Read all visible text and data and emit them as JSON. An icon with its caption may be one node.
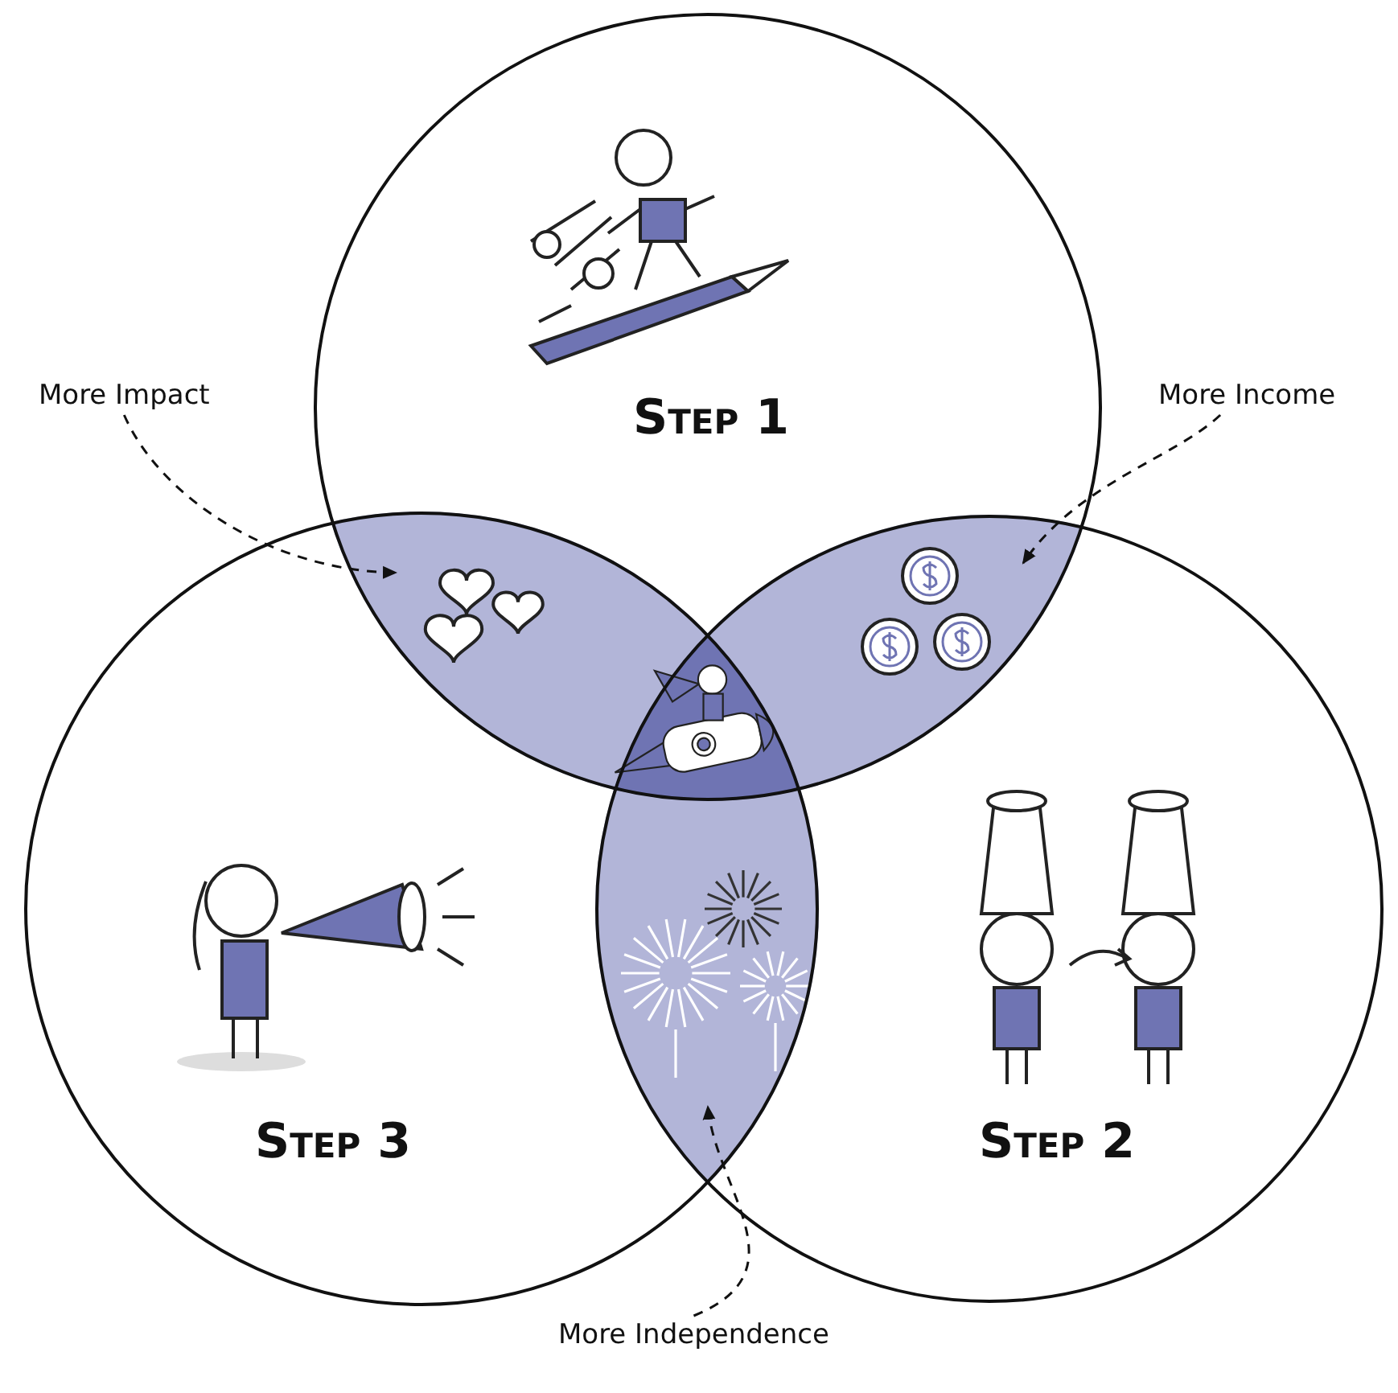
{
  "diagram": {
    "nodes": [
      {
        "text": [
          "More Impact"
        ]
      },
      {
        "text": [
          "Step 1"
        ]
      },
      {
        "text": [
          "More Income"
        ]
      },
      {
        "text": [
          "Step 3"
        ]
      },
      {
        "text": [
          "Step 2"
        ]
      },
      {
        "text": [
          "More Independence"
        ]
      },
      {
        "text": [],
        "shape": "lens"
      },
      {
        "text": [],
        "shape": "lens"
      },
      {
        "text": [],
        "shape": "lens"
      },
      {
        "text": [],
        "shape": "lens"
      }
    ],
    "edges": [
      {
        "from": 0,
        "to": 6,
        "arrow": "to",
        "style": "dashed"
      },
      {
        "from": 2,
        "to": 7,
        "arrow": "to",
        "style": "dashed"
      },
      {
        "from": 5,
        "to": 8,
        "arrow": "to",
        "style": "dashed"
      }
    ]
  }
}
